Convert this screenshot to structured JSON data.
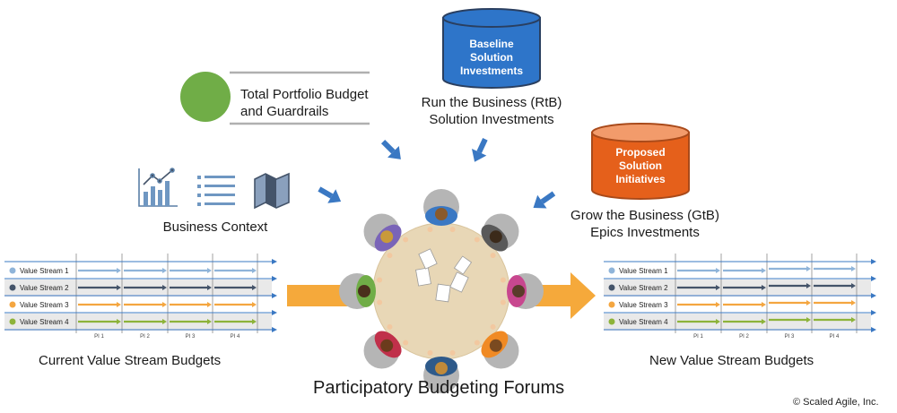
{
  "portfolio": {
    "budget_line1": "Total Portfolio Budget",
    "budget_line2": "and Guardrails",
    "budget_color": "#70ad47"
  },
  "rtb": {
    "cylinder": [
      "Baseline",
      "Solution",
      "Investments"
    ],
    "cylinder_color": "#2e75c9",
    "label_line1": "Run the Business (RtB)",
    "label_line2": "Solution Investments"
  },
  "gtb": {
    "cylinder": [
      "Proposed",
      "Solution",
      "Initiatives"
    ],
    "cylinder_color": "#e5601b",
    "label_line1": "Grow the Business (GtB)",
    "label_line2": "Epics Investments"
  },
  "business_context": {
    "label": "Business Context",
    "icons": [
      "bar-chart-icon",
      "list-icon",
      "map-icon"
    ]
  },
  "value_streams": {
    "streams": [
      {
        "name": "Value Stream 1",
        "color": "#8fb4d9"
      },
      {
        "name": "Value Stream 2",
        "color": "#44546a"
      },
      {
        "name": "Value Stream 3",
        "color": "#f4a640"
      },
      {
        "name": "Value Stream 4",
        "color": "#8db33a"
      }
    ],
    "pis": [
      "PI 1",
      "PI 2",
      "PI 3",
      "PI 4"
    ],
    "current_label": "Current Value Stream Budgets",
    "new_label": "New Value Stream Budgets"
  },
  "forum_label": "Participatory Budgeting Forums",
  "copyright": "© Scaled Agile, Inc.",
  "colors": {
    "arrow_blue": "#3a78c3",
    "flow_orange": "#f5a93b",
    "table": "#e8d7b6",
    "chair": "#b5b5b5"
  }
}
